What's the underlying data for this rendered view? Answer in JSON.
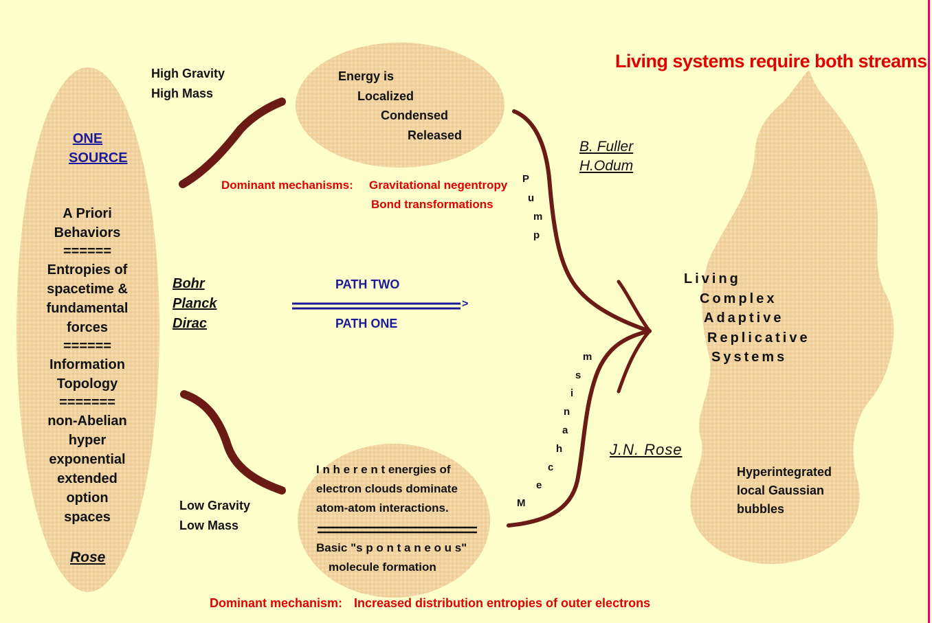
{
  "title": "Living systems require both streams",
  "source_column": {
    "link_line1": "ONE",
    "link_line2": "SOURCE",
    "items": [
      "A Priori",
      "Behaviors",
      "======",
      "Entropies of",
      "spacetime &",
      "fundamental",
      "forces",
      "======",
      "Information",
      "Topology",
      "=======",
      "non-Abelian",
      "hyper",
      "exponential",
      "extended",
      "option",
      "spaces"
    ],
    "author": "Rose"
  },
  "high_gravity": [
    "High Gravity",
    "High Mass"
  ],
  "low_gravity": [
    "Low Gravity",
    "Low Mass"
  ],
  "top_bubble": [
    "Energy is",
    "Localized",
    "Condensed",
    "Released"
  ],
  "top_mechanism": {
    "label": "Dominant mechanisms:",
    "line1": "Gravitational negentropy",
    "line2": "Bond transformations"
  },
  "scientists": [
    "Bohr",
    "Planck",
    "Dirac"
  ],
  "path_two": "PATH TWO",
  "path_one": "PATH ONE",
  "arrow_head": ">",
  "pump_letters": [
    "P",
    "u",
    "m",
    "p"
  ],
  "mechanism_letters": [
    "m",
    "s",
    "i",
    "n",
    "a",
    "h",
    "c",
    "e",
    "M"
  ],
  "fuller_odum": [
    "B. Fuller",
    "H.Odum"
  ],
  "jn_rose": "J.N. Rose",
  "living": [
    "Living",
    "Complex",
    "Adaptive",
    "Replicative",
    "Systems"
  ],
  "hyper": [
    "Hyperintegrated",
    "local Gaussian",
    "bubbles"
  ],
  "bottom_bubble": {
    "line1": "I n h e r e n t  energies of",
    "line2": "electron clouds dominate",
    "line3": "atom-atom interactions.",
    "line4": "Basic \"s p o n t a n e o u s\"",
    "line5": "molecule formation"
  },
  "bottom_mechanism": {
    "label": "Dominant mechanism:",
    "text": "Increased distribution entropies of outer electrons"
  },
  "colors": {
    "background": "#ffffcc",
    "bubble": "#f3d8a8",
    "stroke": "#6b1a14",
    "red": "#e00000",
    "blue": "#1a1a9a",
    "magenta": "#e0007a"
  }
}
